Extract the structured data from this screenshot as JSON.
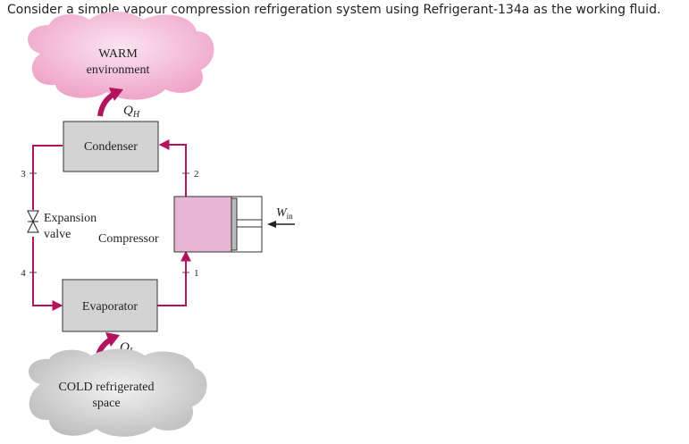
{
  "question": "Consider a simple vapour compression refrigeration system using Refrigerant-134a as the working fluid.",
  "diagram": {
    "warm_line1": "WARM",
    "warm_line2": "environment",
    "q_h": {
      "base": "Q",
      "sub": "H"
    },
    "condenser": "Condenser",
    "expansion_line1": "Expansion",
    "expansion_line2": "valve",
    "compressor": "Compressor",
    "evaporator": "Evaporator",
    "q_l": {
      "base": "Q",
      "sub": "L"
    },
    "w_in": {
      "base": "W",
      "sub": "in"
    },
    "cold_line1": "COLD refrigerated",
    "cold_line2": "space",
    "state_labels": {
      "s1": "1",
      "s2": "2",
      "s3": "3",
      "s4": "4"
    }
  },
  "colors": {
    "pipe": "#b3125e",
    "warm_cloud": "#f0a8cc",
    "cold_cloud": "#c8c8ca",
    "box_fill": "#d3d3d3",
    "piston_fill": "#e8b6d4",
    "arrow": "#b3125e"
  }
}
